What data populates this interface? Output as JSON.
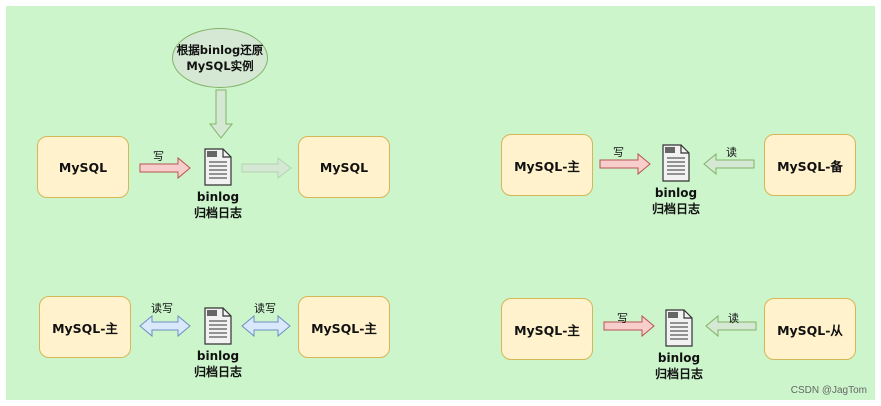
{
  "ellipse": {
    "line1": "根据binlog还原",
    "line2": "MySQL实例"
  },
  "q1": {
    "left_box": "MySQL",
    "right_box": "MySQL",
    "arrow_label": "写",
    "file_line1": "binlog",
    "file_line2": "归档日志"
  },
  "q2": {
    "left_box": "MySQL-主",
    "right_box": "MySQL-备",
    "write_label": "写",
    "read_label": "读",
    "file_line1": "binlog",
    "file_line2": "归档日志"
  },
  "q3": {
    "left_box": "MySQL-主",
    "right_box": "MySQL-主",
    "left_label": "读写",
    "right_label": "读写",
    "file_line1": "binlog",
    "file_line2": "归档日志"
  },
  "q4": {
    "left_box": "MySQL-主",
    "right_box": "MySQL-从",
    "write_label": "写",
    "read_label": "读",
    "file_line1": "binlog",
    "file_line2": "归档日志"
  },
  "watermark": "CSDN @JagTom",
  "colors": {
    "background": "#ccf5cc",
    "box_fill": "#fff2cc",
    "box_border": "#d6b656",
    "write_arrow": "#f8cecc",
    "read_arrow": "#d5e8d4",
    "bidir_arrow": "#dae8fc"
  }
}
